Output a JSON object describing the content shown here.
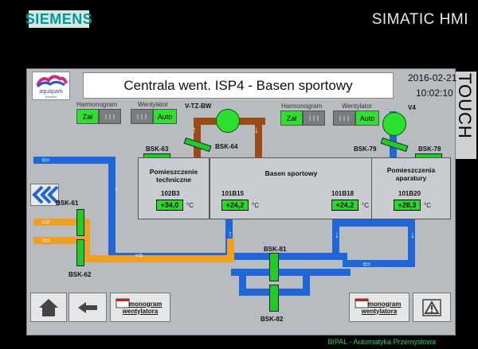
{
  "brand": {
    "name": "SIEMENS",
    "product": "SIMATIC HMI",
    "panel_label": "TOUCH"
  },
  "header": {
    "title": "Centrala went. ISP4 - Basen sportowy",
    "date": "2016-02-21",
    "time": "10:02:10"
  },
  "logo": {
    "text": "aquapark",
    "subtext": "wrocław"
  },
  "left_unit": {
    "harmonogram_label": "Harmonogram",
    "harmonogram_value": "Zał",
    "harmonogram_alt": "I I I",
    "wentylator_label": "Wentylator",
    "wentylator_alt": "I I I",
    "wentylator_value": "Auto"
  },
  "right_unit": {
    "harmonogram_label": "Harmonogram",
    "harmonogram_value": "Zał",
    "harmonogram_alt": "I I I",
    "wentylator_label": "Wentylator",
    "wentylator_alt": "I I I",
    "wentylator_value": "Auto"
  },
  "equipment": {
    "fan_left": "V-TZ-BW",
    "fan_right": "V4"
  },
  "dampers": {
    "bsk63": "BSK-63",
    "bsk64": "BSK-64",
    "bsk79": "BSK-79",
    "bsk78": "BSK-78",
    "bsk61": "BSK-61",
    "bsk62": "BSK-62",
    "bsk81": "BSK-81",
    "bsk82": "BSK-82"
  },
  "rooms": [
    {
      "name": "Pomieszczenie techniczne",
      "sensor": "102B3",
      "value": "+34,0",
      "unit": "°C"
    },
    {
      "name": "Basen sportowy",
      "sensor": "101B15",
      "value": "+24,2",
      "unit": "°C",
      "sensor2": "101B18",
      "value2": "+24,2",
      "unit2": "°C"
    },
    {
      "name": "Pomieszczenia aparatury",
      "sensor": "101B20",
      "value": "+28,3",
      "unit": "°C"
    }
  ],
  "nav": {
    "schedule_label_1": "Harmonogram",
    "schedule_label_2": "wentylatora",
    "schedule_label_3": "Harmonogram",
    "schedule_label_4": "wentylatora"
  },
  "colors": {
    "supply": "#1f67d6",
    "exhaust": "#f0a020",
    "duct": "#9a4a17",
    "status_on": "#2fe02f"
  },
  "footer": {
    "text": "BIPAL - Automatyka Przemysłowa"
  }
}
